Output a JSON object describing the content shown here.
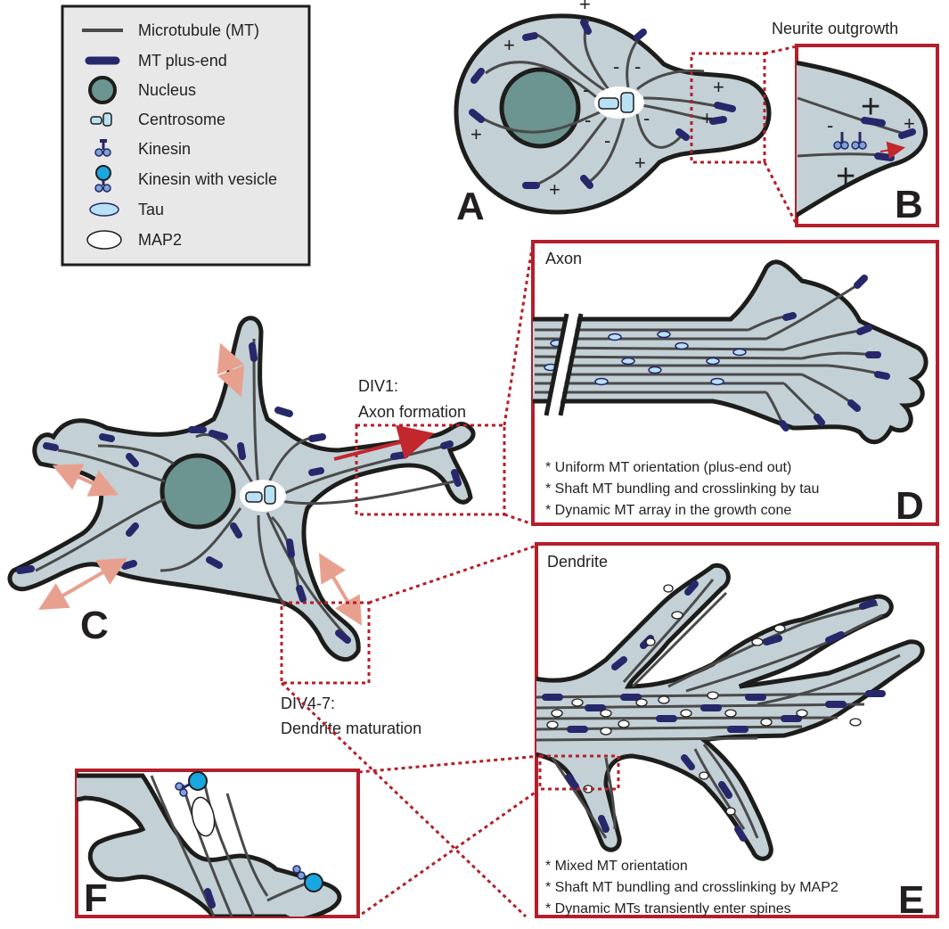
{
  "legend": {
    "items": [
      {
        "icon": "microtubule-icon",
        "label": "Microtubule (MT)"
      },
      {
        "icon": "mt-plus-end-icon",
        "label": "MT plus-end"
      },
      {
        "icon": "nucleus-icon",
        "label": "Nucleus"
      },
      {
        "icon": "centrosome-icon",
        "label": "Centrosome"
      },
      {
        "icon": "kinesin-icon",
        "label": "Kinesin"
      },
      {
        "icon": "kinesin-vesicle-icon",
        "label": "Kinesin with vesicle"
      },
      {
        "icon": "tau-icon",
        "label": "Tau"
      },
      {
        "icon": "map2-icon",
        "label": "MAP2"
      }
    ]
  },
  "colors": {
    "cell_fill": "#c3d0d5",
    "outline": "#1d1d1b",
    "microtubule": "#4a4a4a",
    "plus_end": "#27276b",
    "nucleus": "#6c9491",
    "tau": "#b9e1f6",
    "map2": "#ffffff",
    "vesicle": "#1aa6e0",
    "kinesin": "#7ba4d4",
    "frame": "#b41f2b",
    "transition_arrow": "#c1272d",
    "growth_arrow": "#e8a08e"
  },
  "panel_a": {
    "letter": "A",
    "symbols": [
      "+",
      "+",
      "+",
      "+",
      "+",
      "+",
      "+",
      "-",
      "-",
      "-",
      "-",
      "-",
      "-"
    ]
  },
  "panel_b": {
    "title": "Neurite outgrowth",
    "letter": "B",
    "symbols": [
      "+",
      "+",
      "+",
      "-"
    ]
  },
  "panel_c": {
    "letter": "C",
    "div1": {
      "line1": "DIV1:",
      "line2": "Axon formation"
    },
    "div4": {
      "line1": "DIV4-7:",
      "line2": "Dendrite maturation"
    }
  },
  "panel_d": {
    "title": "Axon",
    "letter": "D",
    "notes": [
      "* Uniform MT orientation (plus-end out)",
      "* Shaft MT bundling and crosslinking by tau",
      "* Dynamic MT array in the growth cone"
    ]
  },
  "panel_e": {
    "title": "Dendrite",
    "letter": "E",
    "notes": [
      "* Mixed MT orientation",
      "* Shaft MT bundling and crosslinking by MAP2",
      "* Dynamic MTs transiently enter spines"
    ]
  },
  "panel_f": {
    "letter": "F"
  }
}
